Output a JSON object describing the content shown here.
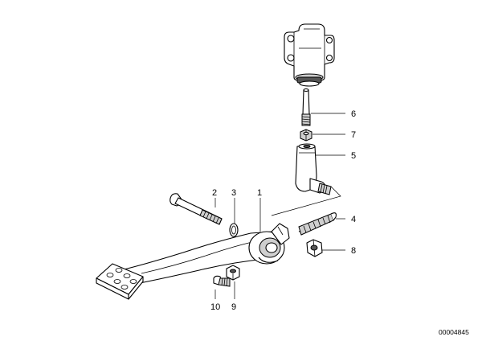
{
  "callouts": {
    "c1": "1",
    "c2": "2",
    "c3": "3",
    "c4": "4",
    "c5": "5",
    "c6": "6",
    "c7": "7",
    "c8": "8",
    "c9": "9",
    "c10": "10"
  },
  "reference_number": "00004845"
}
